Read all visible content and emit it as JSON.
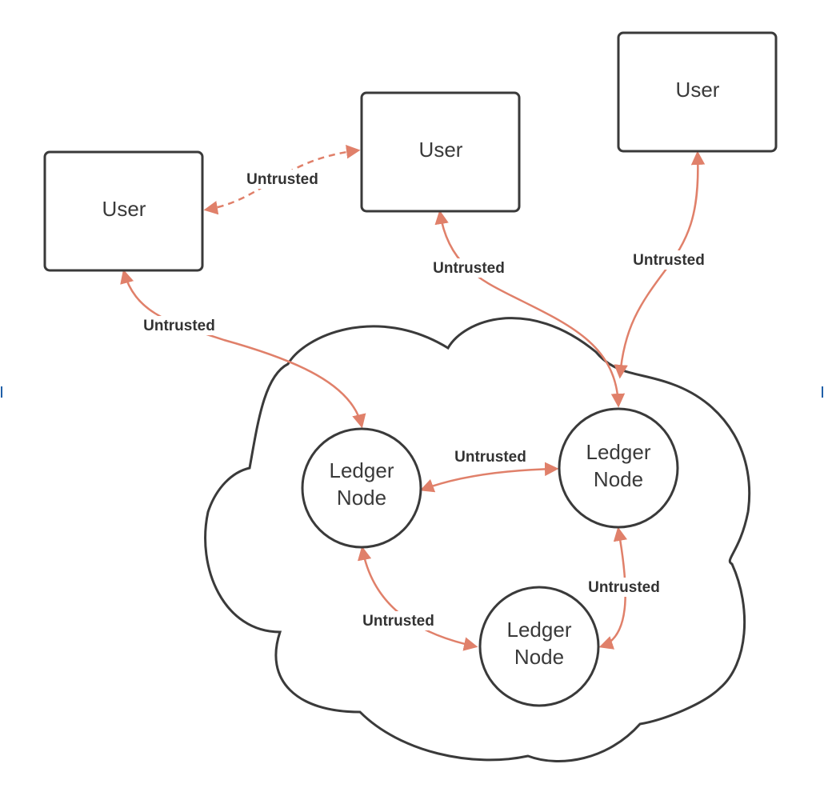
{
  "colors": {
    "edge": "#e0806a",
    "outline": "#3a3a3a",
    "label_text": "#333333"
  },
  "nodes": {
    "user_left": "User",
    "user_middle": "User",
    "user_right": "User",
    "ledger_left": [
      "Ledger",
      "Node"
    ],
    "ledger_right": [
      "Ledger",
      "Node"
    ],
    "ledger_bottom": [
      "Ledger",
      "Node"
    ]
  },
  "edges": [
    {
      "from": "user_left",
      "to": "user_middle",
      "label": "Untrusted",
      "style": "dashed",
      "direction": "both"
    },
    {
      "from": "user_left",
      "to": "ledger_left",
      "label": "Untrusted",
      "style": "solid",
      "direction": "both"
    },
    {
      "from": "user_middle",
      "to": "ledger_right",
      "label": "Untrusted",
      "style": "solid",
      "direction": "both"
    },
    {
      "from": "user_right",
      "to": "ledger_right",
      "label": "Untrusted",
      "style": "solid",
      "direction": "both"
    },
    {
      "from": "ledger_left",
      "to": "ledger_right",
      "label": "Untrusted",
      "style": "solid",
      "direction": "both"
    },
    {
      "from": "ledger_left",
      "to": "ledger_bottom",
      "label": "Untrusted",
      "style": "solid",
      "direction": "both"
    },
    {
      "from": "ledger_right",
      "to": "ledger_bottom",
      "label": "Untrusted",
      "style": "solid",
      "direction": "both"
    }
  ]
}
